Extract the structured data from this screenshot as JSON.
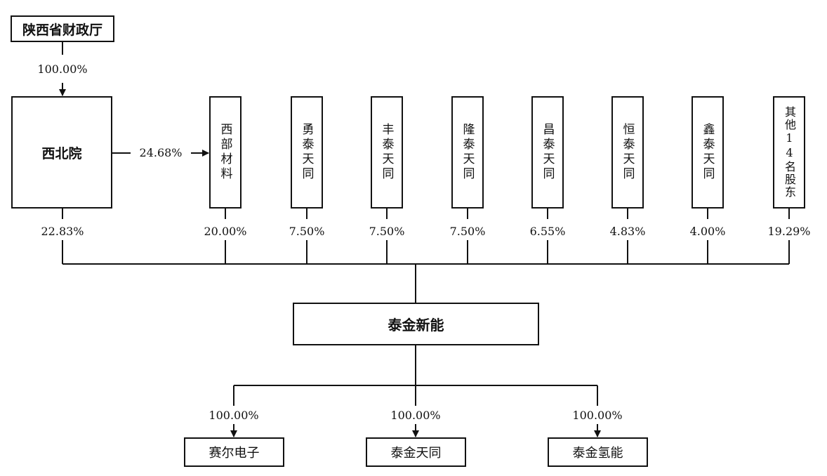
{
  "nodes": {
    "finance_dept": "陕西省财政厅",
    "xibei": "西北院",
    "xibu": "西部材料",
    "yongtai": "勇泰天同",
    "fengtai": "丰泰天同",
    "longtai": "隆泰天同",
    "changtai": "昌泰天同",
    "hengtai": "恒泰天同",
    "xintai": "鑫泰天同",
    "others": "其他14名股东",
    "taijin": "泰金新能",
    "saier": "赛尔电子",
    "taijin_tiantong": "泰金天同",
    "taijin_qing": "泰金氢能"
  },
  "edges": {
    "finance_to_xibei": "100.00%",
    "xibei_to_xibu": "24.68%",
    "xibei_to_taijin": "22.83%",
    "xibu_to_taijin": "20.00%",
    "yongtai_to_taijin": "7.50%",
    "fengtai_to_taijin": "7.50%",
    "longtai_to_taijin": "7.50%",
    "changtai_to_taijin": "6.55%",
    "hengtai_to_taijin": "4.83%",
    "xintai_to_taijin": "4.00%",
    "others_to_taijin": "19.29%",
    "taijin_to_saier": "100.00%",
    "taijin_to_tiantong": "100.00%",
    "taijin_to_qing": "100.00%"
  },
  "colors": {
    "line": "#111111",
    "background": "#ffffff"
  }
}
